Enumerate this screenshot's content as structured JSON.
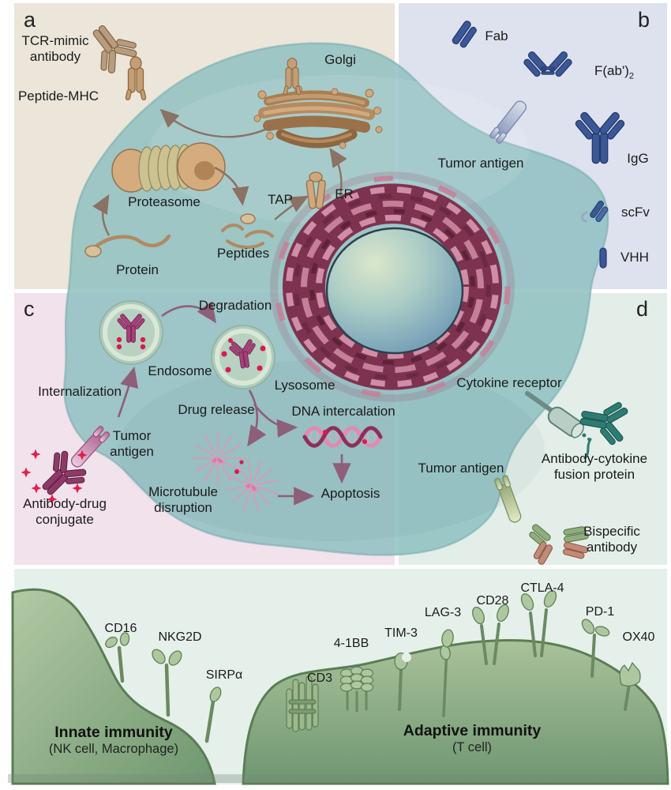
{
  "panel_a": {
    "letter": "a",
    "tcr_mimic_line1": "TCR-mimic",
    "tcr_mimic_line2": "antibody",
    "peptide_mhc": "Peptide-MHC",
    "golgi": "Golgi",
    "proteasome": "Proteasome",
    "protein": "Protein",
    "peptides": "Peptides",
    "tap": "TAP",
    "er": "ER",
    "bg": "#ebe6d9"
  },
  "panel_b": {
    "letter": "b",
    "fab": "Fab",
    "fab2_main": "F(ab')",
    "fab2_sub": "2",
    "igg": "IgG",
    "scfv": "scFv",
    "vhh": "VHH",
    "tumor_antigen": "Tumor antigen",
    "bg": "#dde2ee"
  },
  "panel_c": {
    "letter": "c",
    "degradation": "Degradation",
    "endosome": "Endosome",
    "lysosome": "Lysosome",
    "internalization": "Internalization",
    "tumor_line1": "Tumor",
    "tumor_line2": "antigen",
    "adc_line1": "Antibody-drug",
    "adc_line2": "conjugate",
    "drug_release": "Drug release",
    "dna_intercalation": "DNA intercalation",
    "microtubule_line1": "Microtubule",
    "microtubule_line2": "disruption",
    "apoptosis": "Apoptosis",
    "bg": "#f2e2ec"
  },
  "panel_d": {
    "letter": "d",
    "cytokine_receptor": "Cytokine receptor",
    "tumor_antigen": "Tumor antigen",
    "fusion_line1": "Antibody-cytokine",
    "fusion_line2": "fusion protein",
    "bispecific_line1": "Bispecific",
    "bispecific_line2": "antibody",
    "bg": "#e3eee8"
  },
  "panel_bottom": {
    "innate_title": "Innate immunity",
    "innate_sub": "(NK cell, Macrophage)",
    "adaptive_title": "Adaptive immunity",
    "adaptive_sub": "(T cell)",
    "nk_receptors": [
      "CD16",
      "NKG2D",
      "SIRPα"
    ],
    "t_receptors": [
      "CD3",
      "4-1BB",
      "TIM-3",
      "LAG-3",
      "CD28",
      "CTLA-4",
      "PD-1",
      "OX40"
    ],
    "bg": "#e6f0ea"
  },
  "colors": {
    "cell_body": "#8fc0c1",
    "nucleus_outline": "#2c4050",
    "er_ring": "#7d3350",
    "er_slab": "#d08ea6",
    "golgi_brown": "#b68a5f",
    "organelle_tan": "#cfa87c",
    "antibody_navy": "#3a5796",
    "antibody_pink": "#8d3a66",
    "antibody_teal": "#2e7b73",
    "drug_red": "#d81b4f",
    "immune_green": "#9cb88c",
    "arrow_brown": "#8a7264",
    "arrow_mauve": "#8d5f79"
  }
}
